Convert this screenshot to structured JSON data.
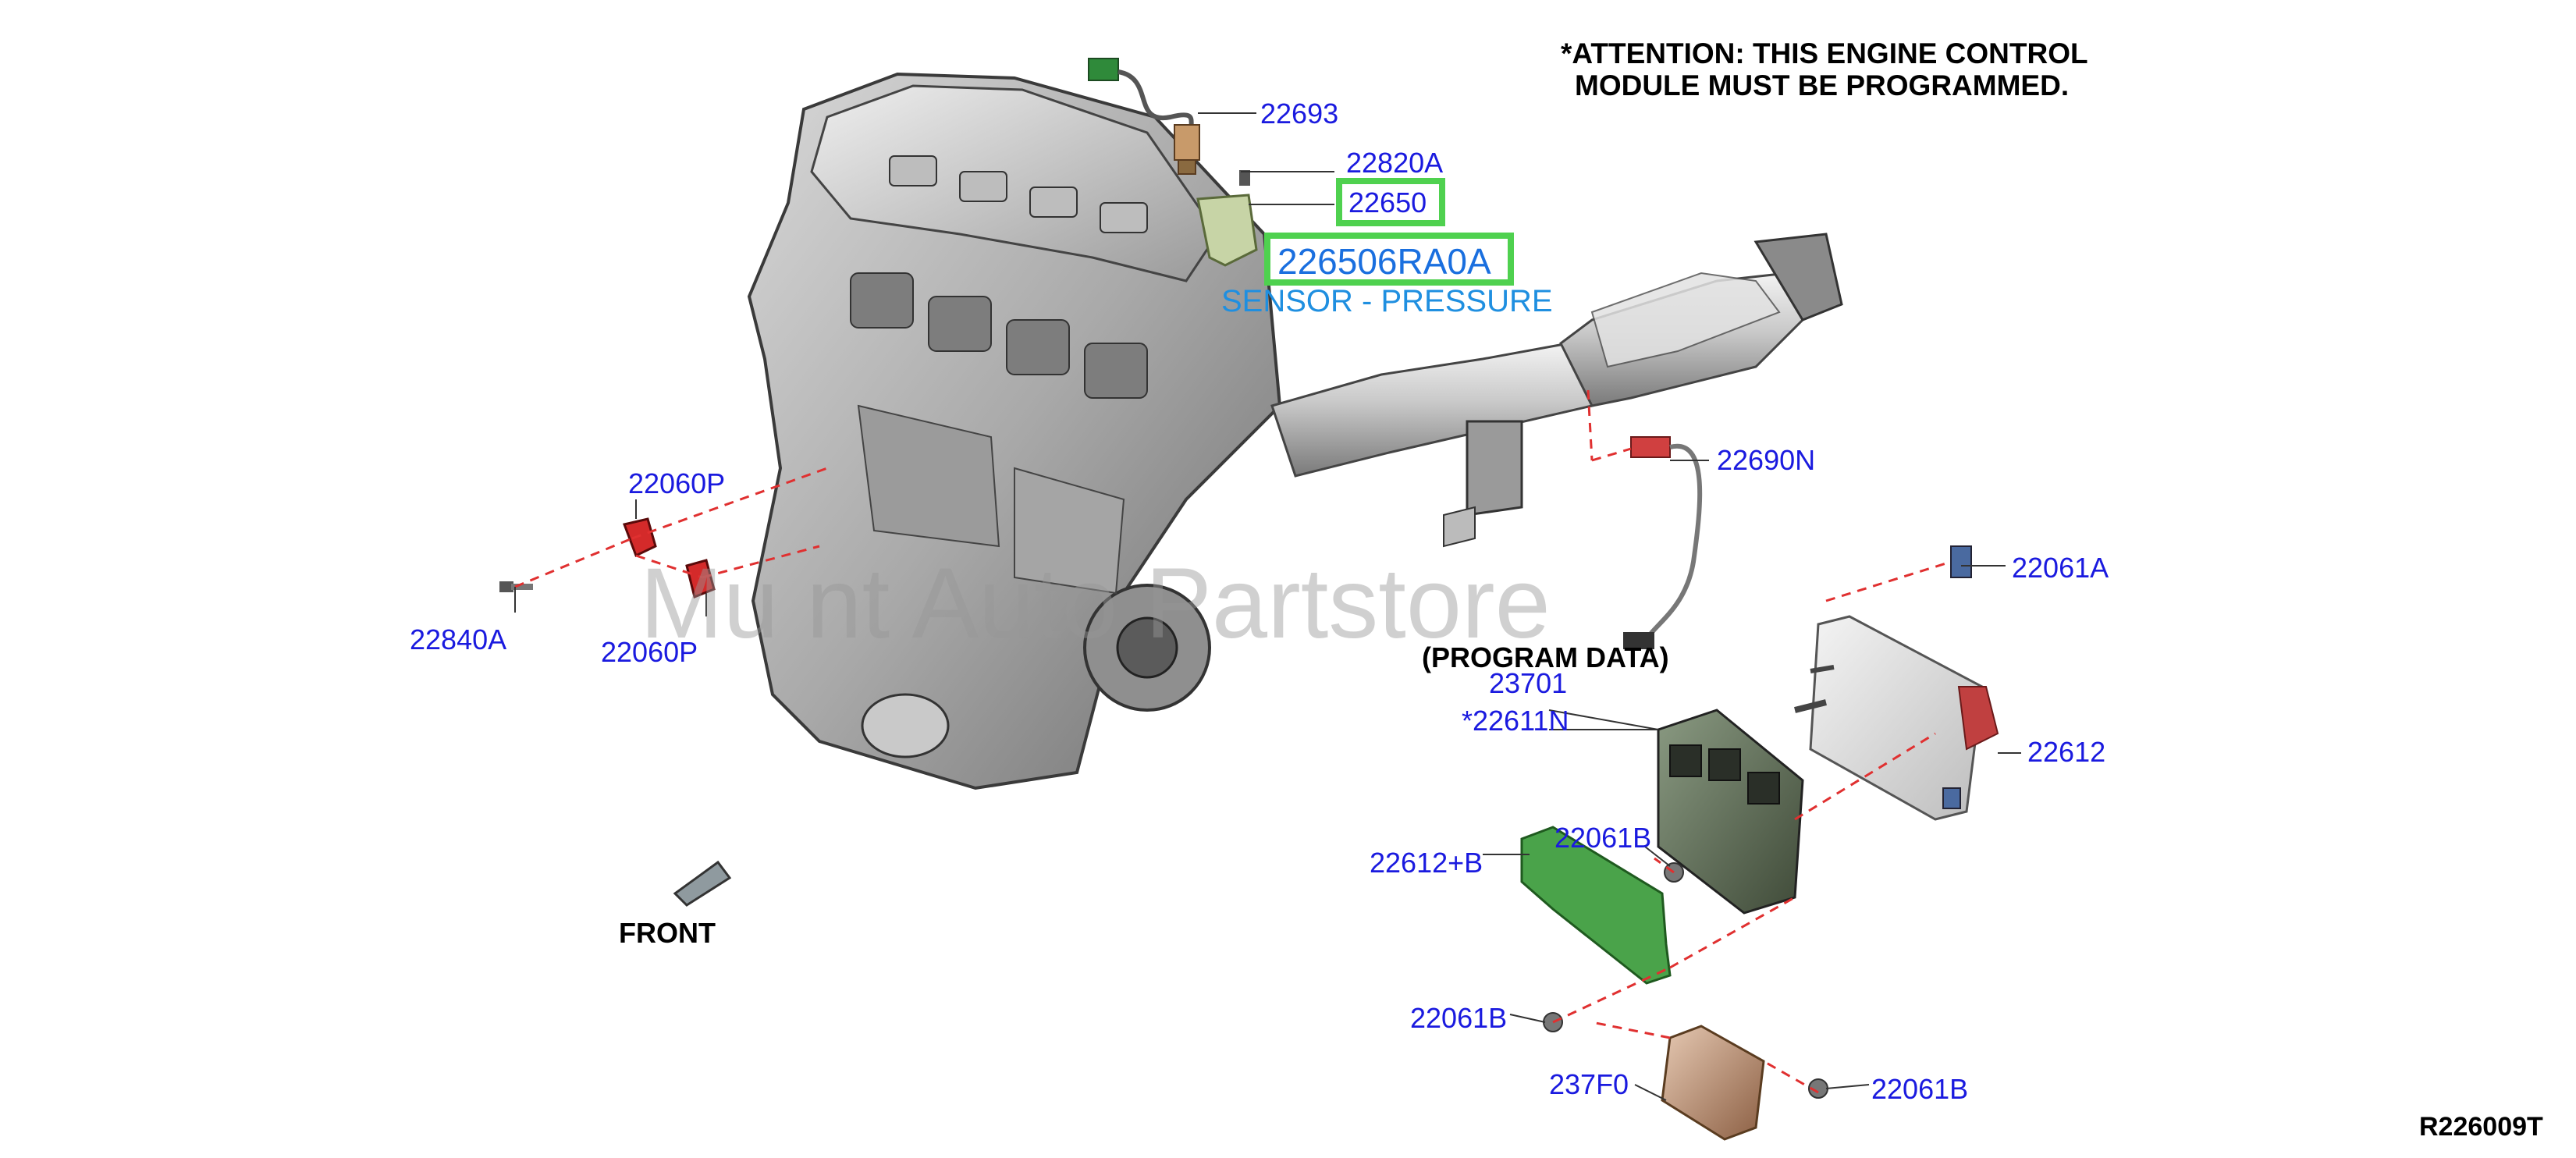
{
  "notice": {
    "line1": "*ATTENTION: THIS ENGINE CONTROL",
    "line2": "MODULE MUST BE PROGRAMMED."
  },
  "highlight": {
    "part_number": "226506RA0A",
    "description": "SENSOR - PRESSURE"
  },
  "watermark": "Mu              nt Auto Partstore",
  "labels": {
    "front": "FRONT",
    "program_data": "(PROGRAM DATA)",
    "diagram_id": "R226009T"
  },
  "parts": {
    "p22693": "22693",
    "p22820A": "22820A",
    "p22650": "22650",
    "p22690N": "22690N",
    "p22060P_top": "22060P",
    "p22060P_bottom": "22060P",
    "p22840A": "22840A",
    "p22061A": "22061A",
    "p23701": "23701",
    "p22611N": "*22611N",
    "p22612": "22612",
    "p22612B": "22612+B",
    "p22061B_1": "22061B",
    "p22061B_2": "22061B",
    "p237F0": "237F0",
    "p22061B_3": "22061B"
  },
  "colors": {
    "callout": "#1a1adf",
    "highlight_box": "#4fd14f",
    "description": "#1f8fe0",
    "leader_dash": "#e03030",
    "bracket_green": "#4aa34a",
    "sensor_red": "#d42a2a"
  }
}
